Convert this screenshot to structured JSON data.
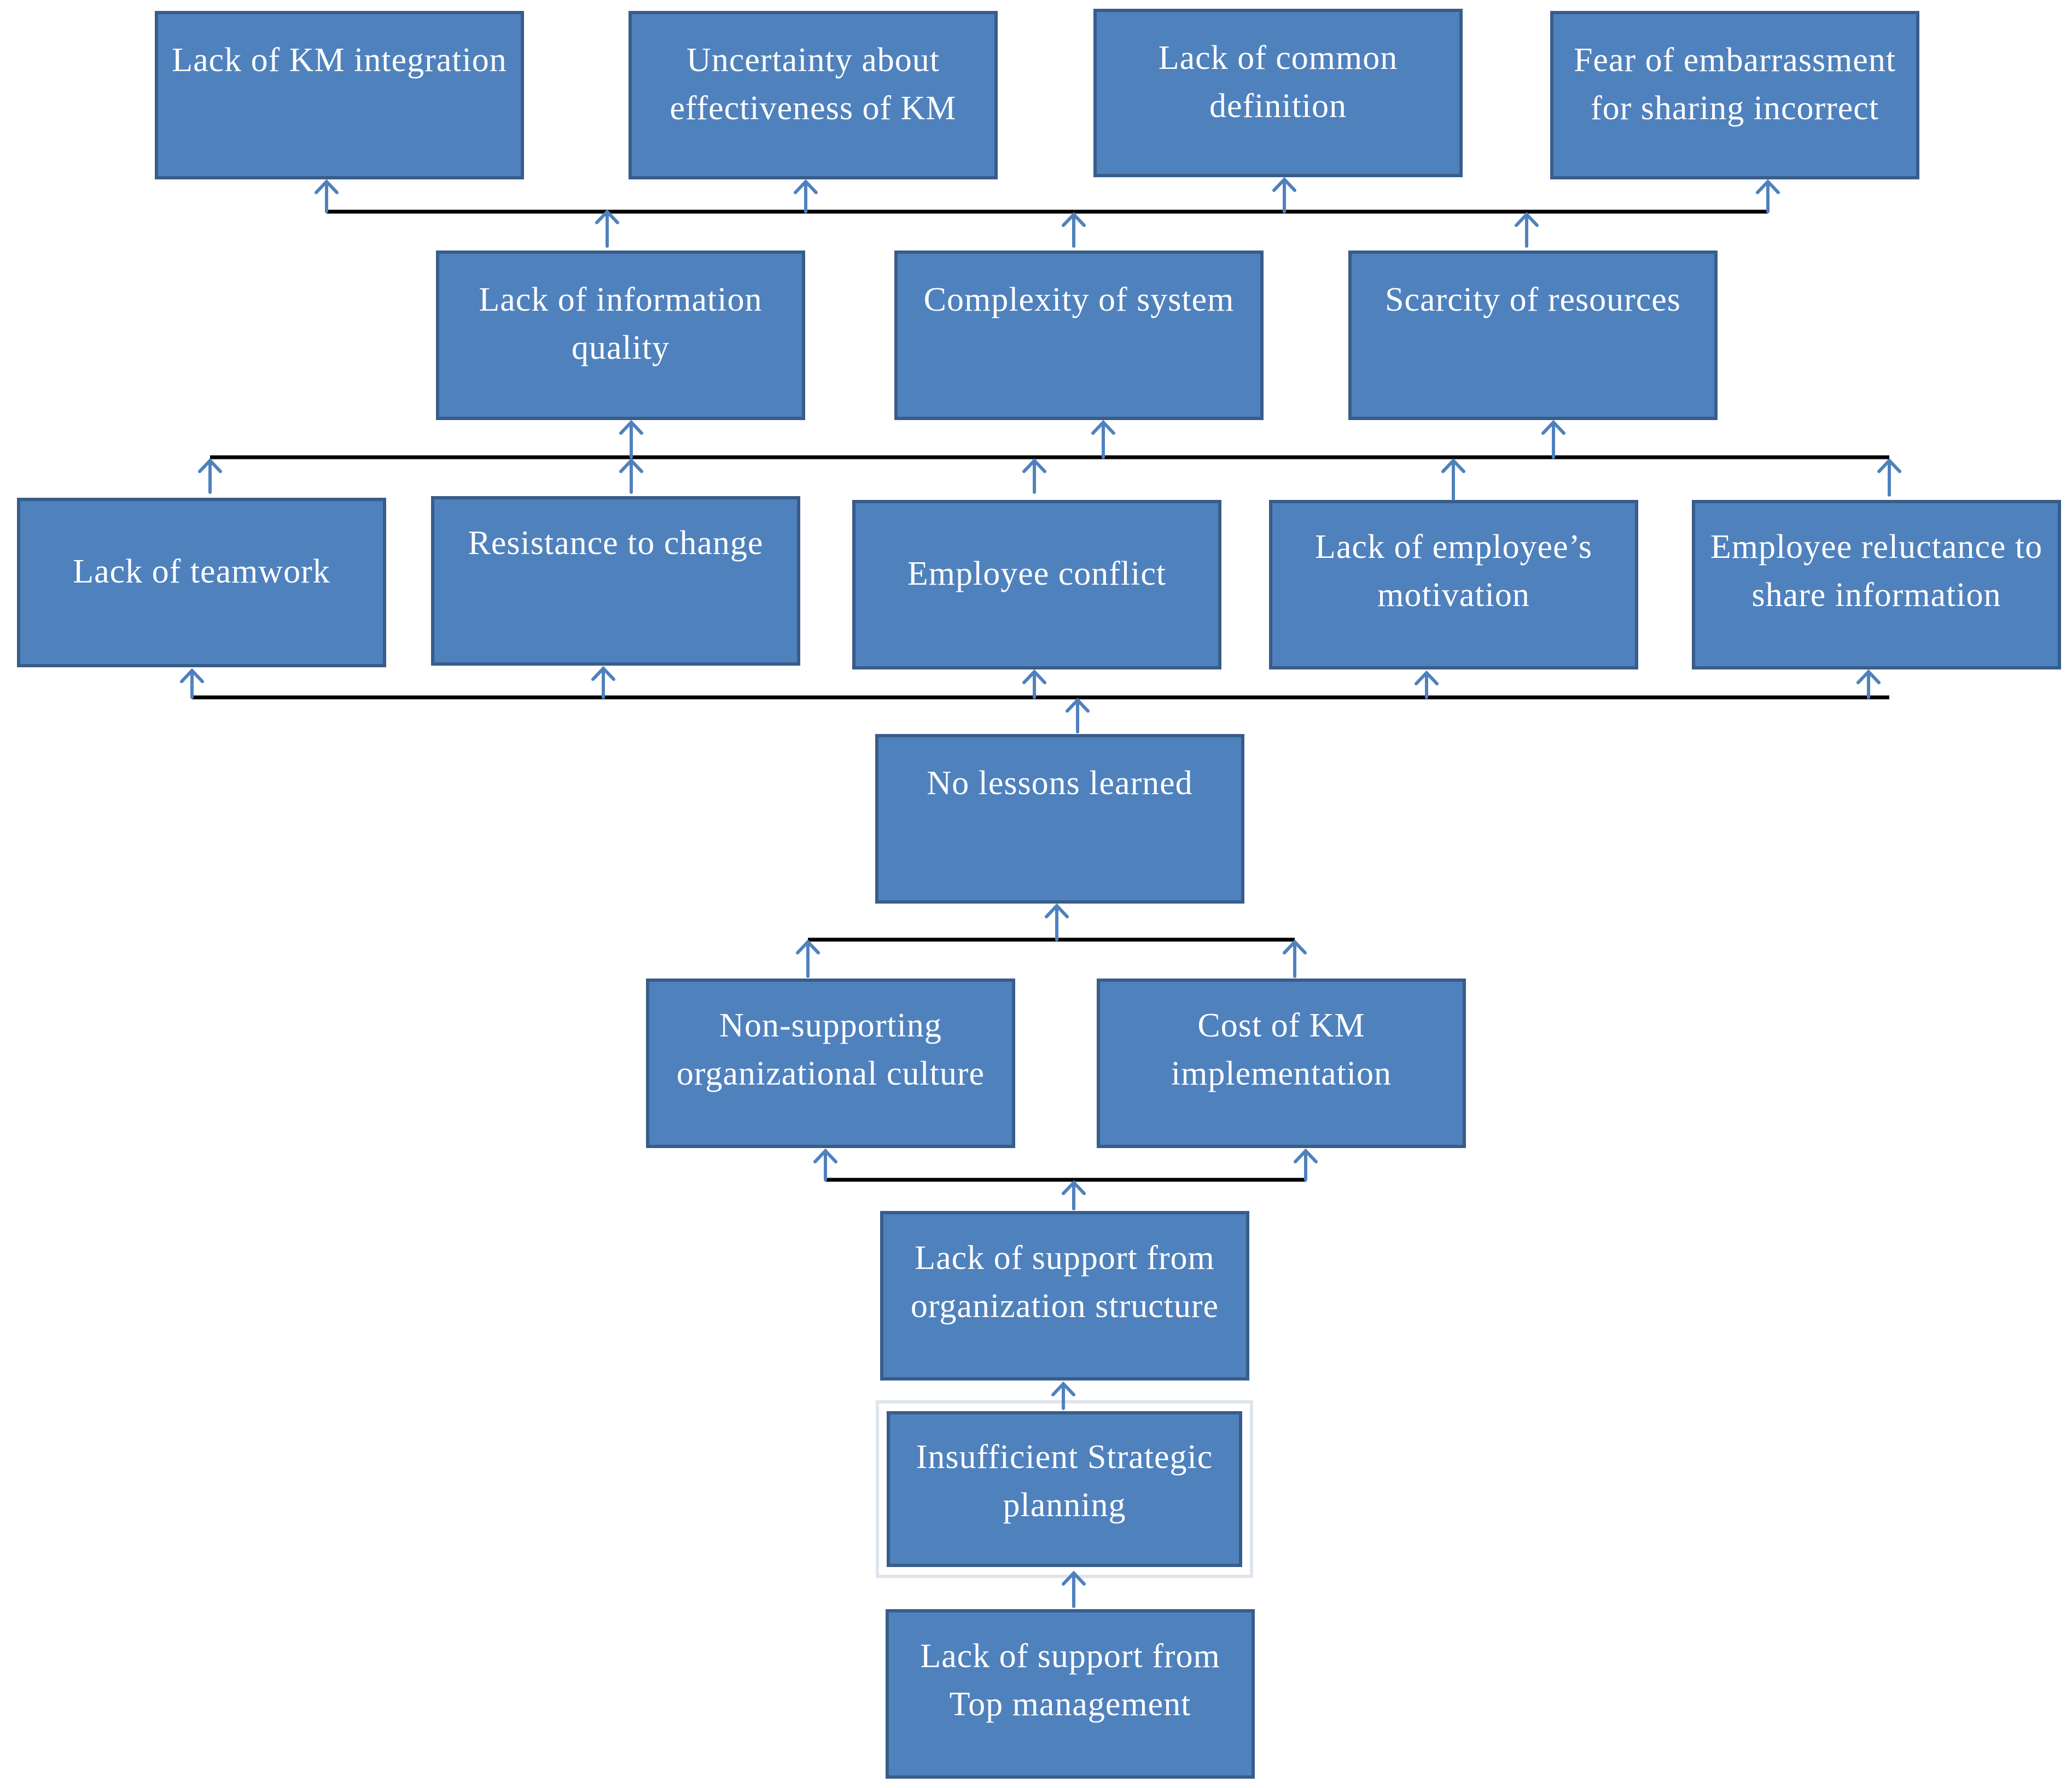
{
  "nodes": {
    "lack_km_integration": "Lack of KM integration",
    "uncertainty_effectiveness": "Uncertainty about effectiveness of KM",
    "lack_common_definition": "Lack of common definition",
    "fear_embarrassment": "Fear of embarrassment for sharing incorrect",
    "lack_information_quality": "Lack of information quality",
    "complexity_system": "Complexity of system",
    "scarcity_resources": "Scarcity of resources",
    "lack_teamwork": "Lack of teamwork",
    "resistance_change": "Resistance to change",
    "employee_conflict": "Employee conflict",
    "lack_employee_motivation": "Lack of employee’s motivation",
    "employee_reluctance": "Employee reluctance to share information",
    "no_lessons_learned": "No lessons learned",
    "non_supporting_culture": "Non-supporting organizational culture",
    "cost_km_implementation": "Cost of KM implementation",
    "lack_support_structure": "Lack of support from organization structure",
    "insufficient_planning": "Insufficient Strategic planning",
    "lack_support_top": "Lack of support from Top management"
  }
}
